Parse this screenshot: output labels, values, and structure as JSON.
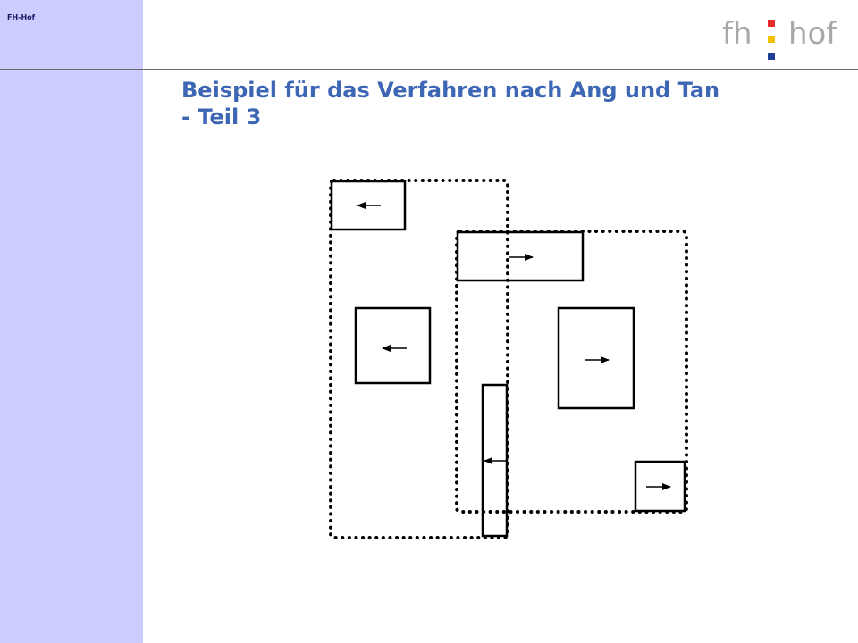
{
  "header": {
    "corner_label": "FH-Hof",
    "logo_left": "fh",
    "logo_right": "hof",
    "logo_colors": {
      "red": "#e52b2b",
      "yellow": "#f2c200",
      "blue": "#1f3f99"
    }
  },
  "slide": {
    "title_line1": "Beispiel für das Verfahren nach Ang und Tan",
    "title_line2": "- Teil 3"
  },
  "diagram": {
    "groups": [
      {
        "name": "left-group",
        "arrow": "left"
      },
      {
        "name": "right-group",
        "arrow": "right"
      }
    ]
  }
}
